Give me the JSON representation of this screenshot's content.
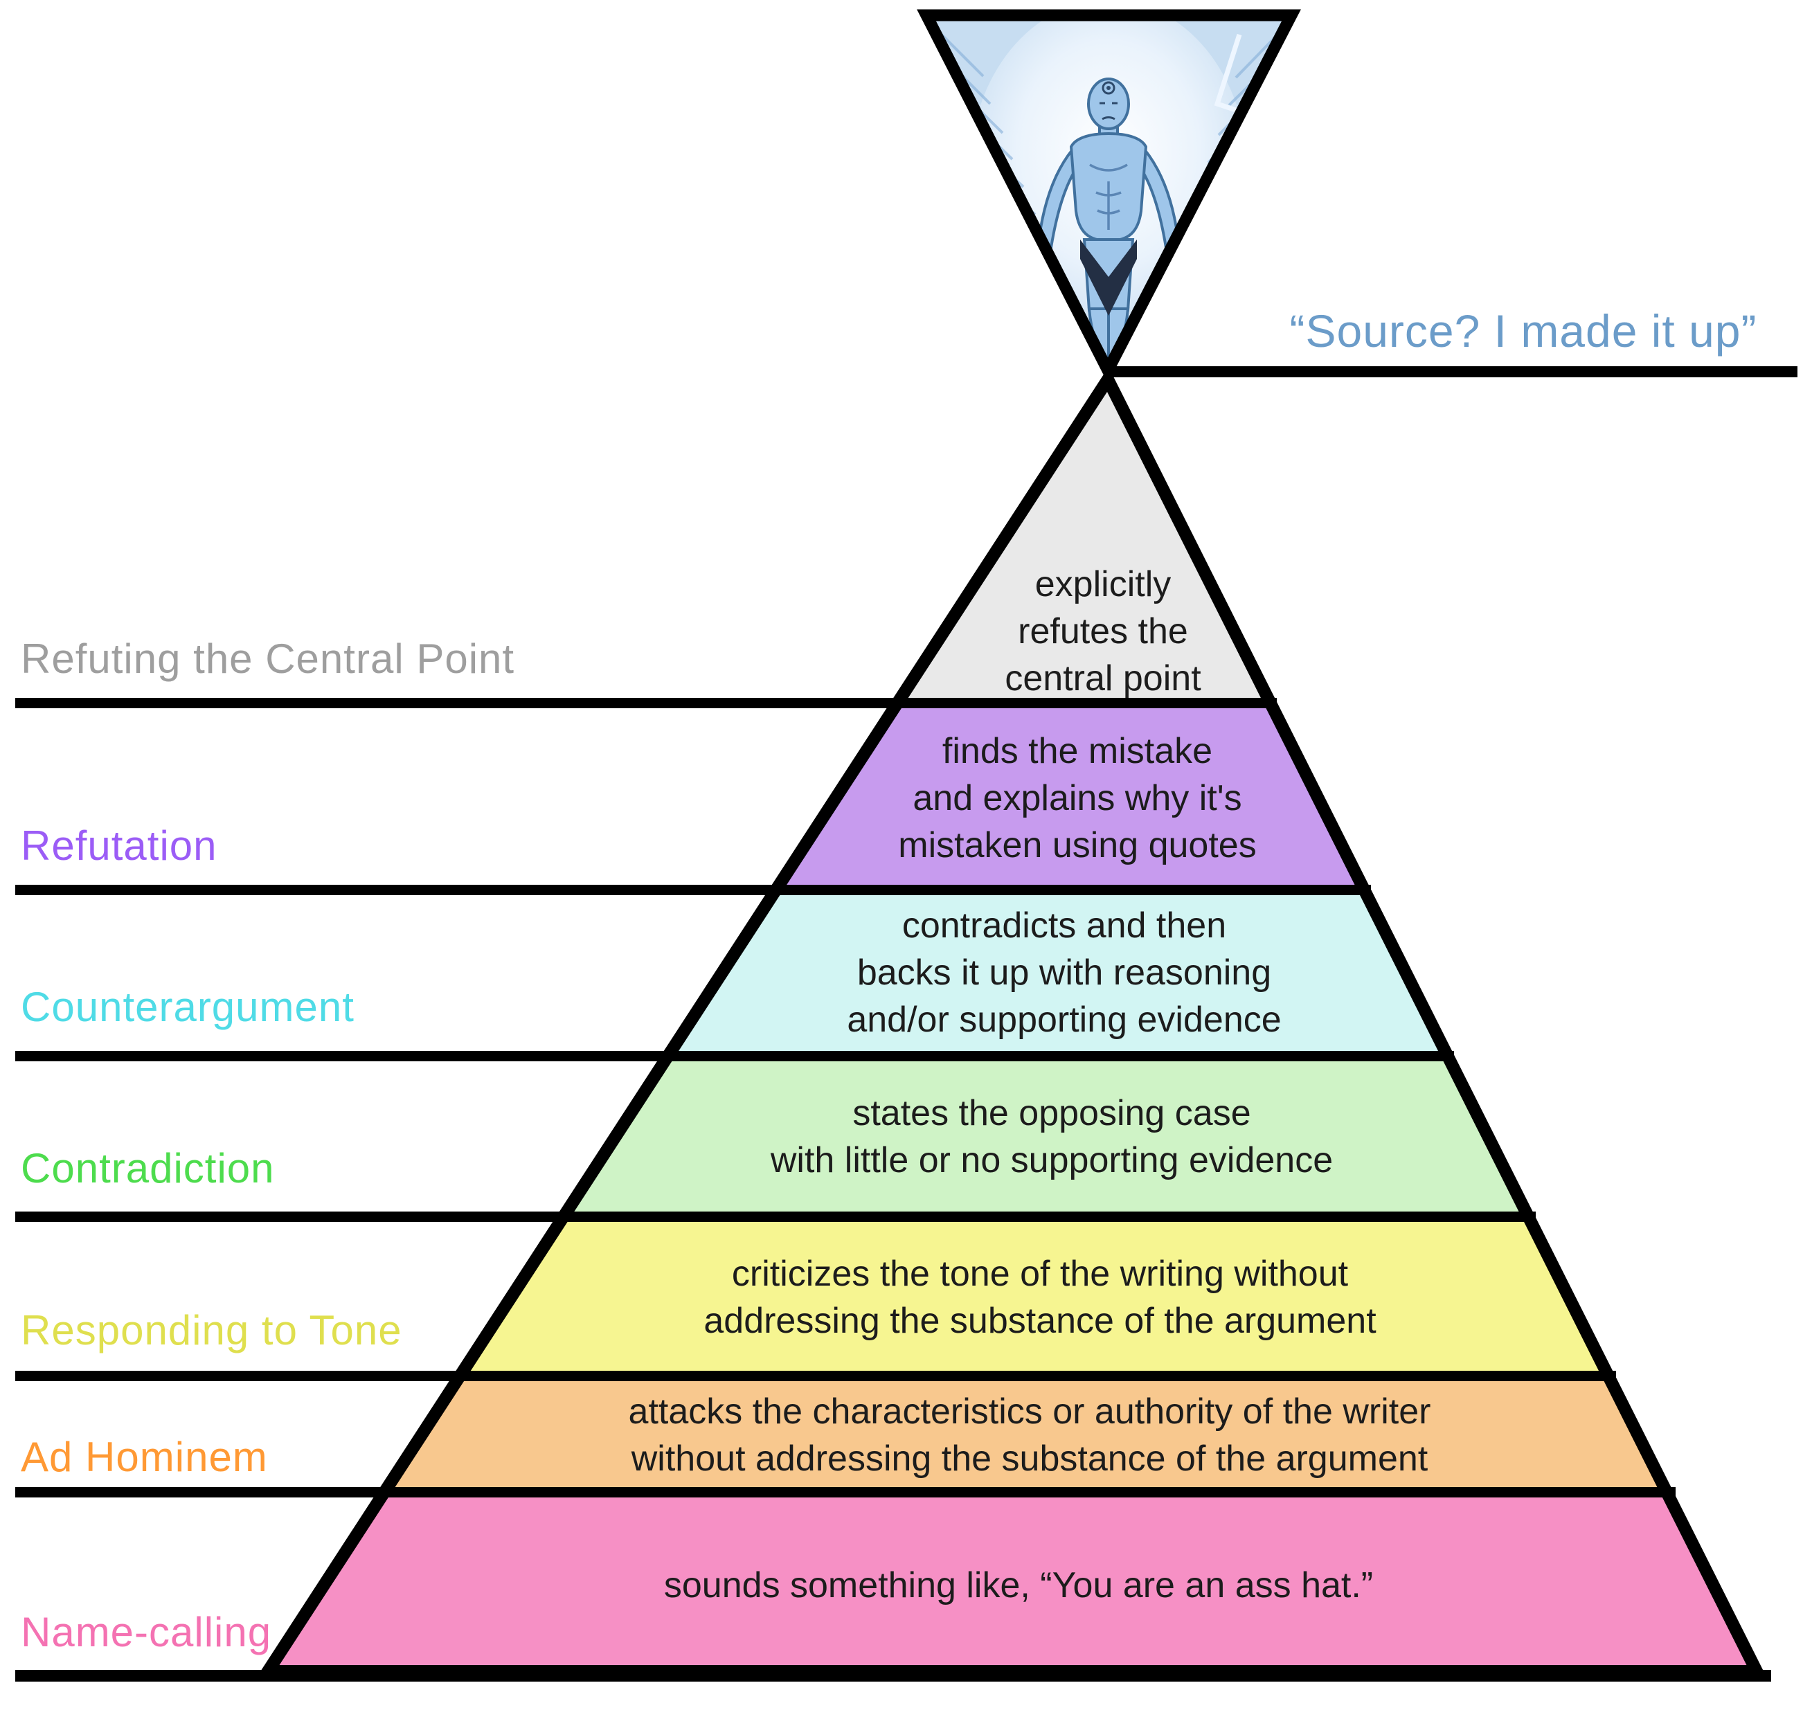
{
  "quote": {
    "text": "“Source? I made it up”",
    "color": "#6b9cc9"
  },
  "ink": "#000000",
  "text_color": "#1c1c1c",
  "figure": {
    "icon": "dr-manhattan-figure"
  },
  "labels": [
    {
      "text": "Refuting the Central Point",
      "color": "#9e9e9e"
    },
    {
      "text": "Refutation",
      "color": "#9b5cf6"
    },
    {
      "text": "Counterargument",
      "color": "#4fdbe6"
    },
    {
      "text": "Contradiction",
      "color": "#4ddc4d"
    },
    {
      "text": "Responding to Tone",
      "color": "#dfdf4e"
    },
    {
      "text": "Ad Hominem",
      "color": "#ff9934"
    },
    {
      "text": "Name-calling",
      "color": "#f472b2"
    }
  ],
  "tiers": [
    {
      "name": "Refuting the Central Point",
      "fill": "#e9e9e9",
      "lines": [
        "explicitly",
        "refutes the",
        "central point"
      ]
    },
    {
      "name": "Refutation",
      "fill": "#c79bee",
      "lines": [
        "finds the mistake",
        "and explains why it's",
        "mistaken using quotes"
      ]
    },
    {
      "name": "Counterargument",
      "fill": "#d2f5f3",
      "lines": [
        "contradicts and then",
        "backs it up with reasoning",
        "and/or supporting evidence"
      ]
    },
    {
      "name": "Contradiction",
      "fill": "#cff3c6",
      "lines": [
        "states the opposing case",
        "with little or no supporting evidence"
      ]
    },
    {
      "name": "Responding to Tone",
      "fill": "#f6f591",
      "lines": [
        "criticizes the tone of the writing without",
        "addressing the substance of the argument"
      ]
    },
    {
      "name": "Ad Hominem",
      "fill": "#f8c88e",
      "lines": [
        "attacks the characteristics or authority of the writer",
        "without addressing the substance of the argument"
      ]
    },
    {
      "name": "Name-calling",
      "fill": "#f690c5",
      "lines": [
        "sounds something like, “You are an ass hat.”"
      ]
    }
  ]
}
